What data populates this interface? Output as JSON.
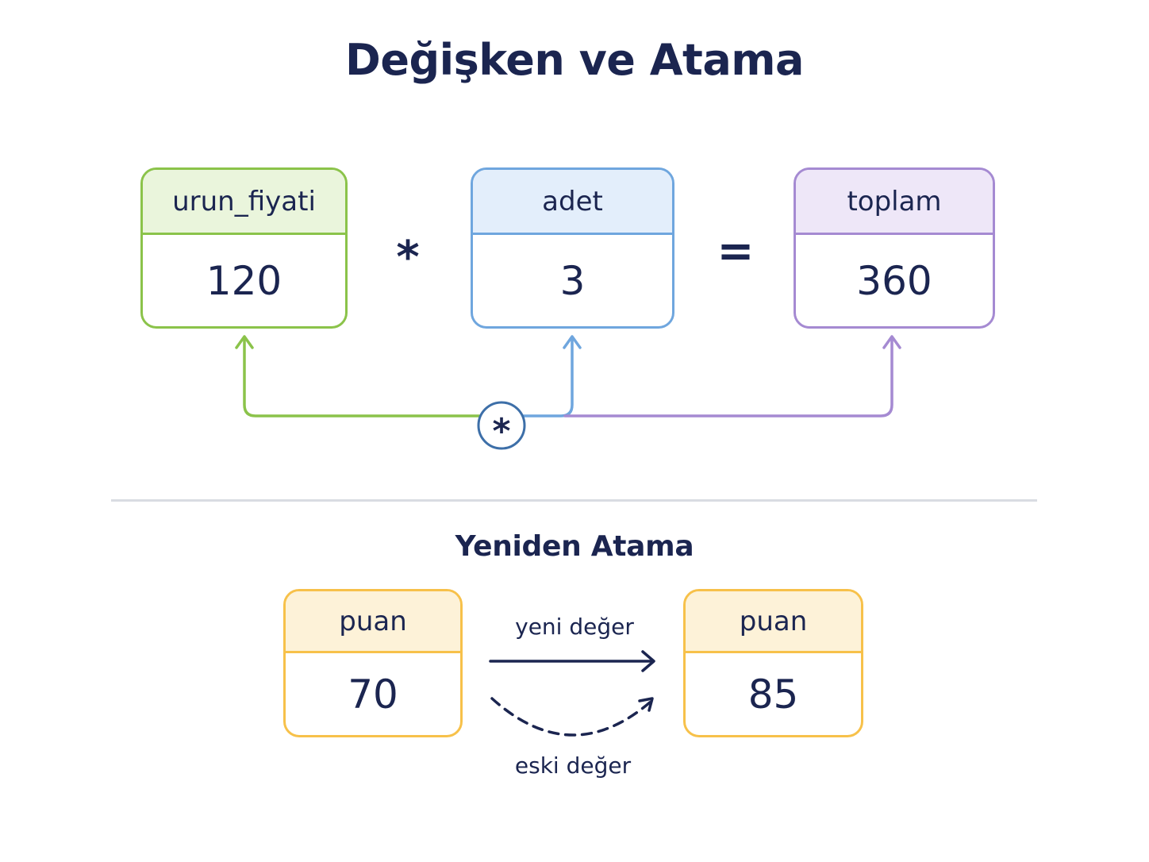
{
  "title": "Değişken ve Atama",
  "expression": {
    "left": {
      "name": "urun_fiyati",
      "value": "120",
      "color": "#8bc34a"
    },
    "operator": "*",
    "right": {
      "name": "adet",
      "value": "3",
      "color": "#6fa6de"
    },
    "equals": "=",
    "result": {
      "name": "toplam",
      "value": "360",
      "color": "#a58ad2"
    },
    "connector_symbol": "*"
  },
  "reassignment": {
    "title": "Yeniden Atama",
    "before": {
      "name": "puan",
      "value": "70"
    },
    "after": {
      "name": "puan",
      "value": "85"
    },
    "new_label": "yeni değer",
    "old_label": "eski değer",
    "color": "#f7c14a"
  }
}
